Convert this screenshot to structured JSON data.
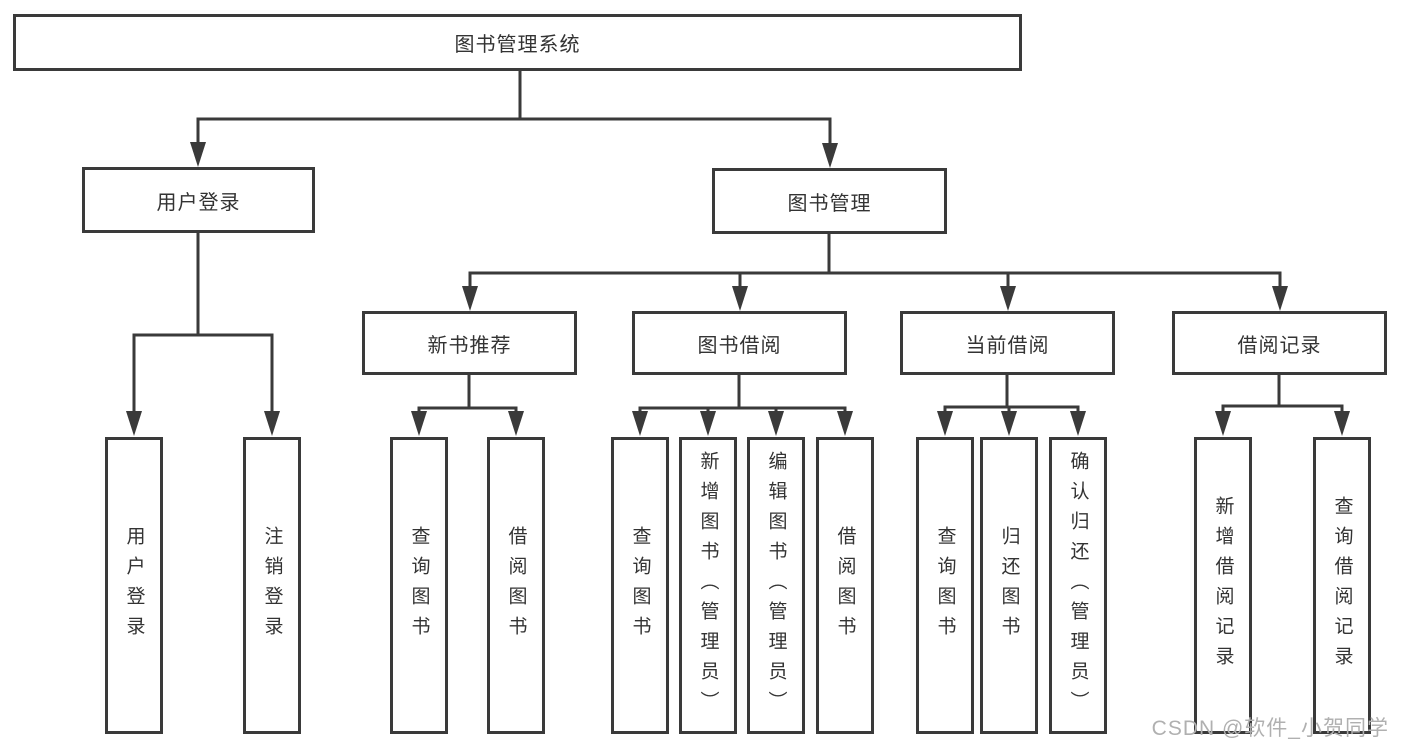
{
  "root": {
    "label": "图书管理系统"
  },
  "branches": [
    {
      "label": "用户登录",
      "leaves": [
        "用户登录",
        "注销登录"
      ]
    },
    {
      "label": "图书管理",
      "groups": [
        {
          "label": "新书推荐",
          "leaves": [
            "查询图书",
            "借阅图书"
          ]
        },
        {
          "label": "图书借阅",
          "leaves": [
            "查询图书",
            "新增图书（管理员）",
            "编辑图书（管理员）",
            "借阅图书"
          ]
        },
        {
          "label": "当前借阅",
          "leaves": [
            "查询图书",
            "归还图书",
            "确认归还（管理员）"
          ]
        },
        {
          "label": "借阅记录",
          "leaves": [
            "新增借阅记录",
            "查询借阅记录"
          ]
        }
      ]
    }
  ],
  "watermark": {
    "text": "CSDN @软件_小贺同学"
  },
  "colors": {
    "line": "#3a3a3a",
    "text": "#333333",
    "watermark": "#b0b0b0",
    "background": "#ffffff"
  }
}
